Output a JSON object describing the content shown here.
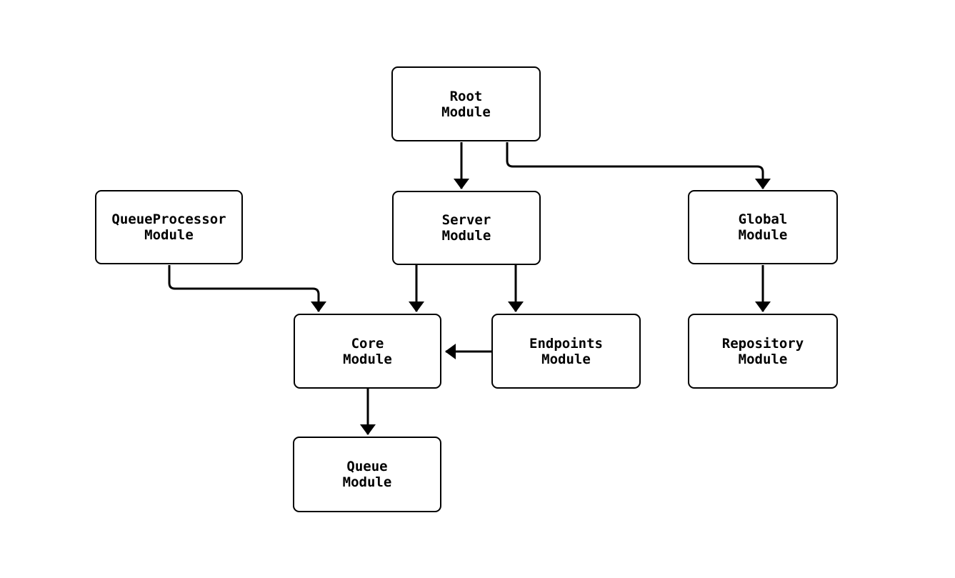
{
  "diagram": {
    "type": "flowchart",
    "background_color": "#ffffff",
    "node_fill_color": "#ffffff",
    "node_border_color": "#000000",
    "edge_color": "#000000",
    "text_color": "#000000",
    "nodes": [
      {
        "id": "root",
        "line1": "Root",
        "line2": "Module"
      },
      {
        "id": "queueprocessor",
        "line1": "QueueProcessor",
        "line2": "Module"
      },
      {
        "id": "server",
        "line1": "Server",
        "line2": "Module"
      },
      {
        "id": "global",
        "line1": "Global",
        "line2": "Module"
      },
      {
        "id": "core",
        "line1": "Core",
        "line2": "Module"
      },
      {
        "id": "endpoints",
        "line1": "Endpoints",
        "line2": "Module"
      },
      {
        "id": "repository",
        "line1": "Repository",
        "line2": "Module"
      },
      {
        "id": "queue",
        "line1": "Queue",
        "line2": "Module"
      }
    ],
    "edges": [
      {
        "from": "root",
        "to": "server"
      },
      {
        "from": "root",
        "to": "global"
      },
      {
        "from": "queueprocessor",
        "to": "core"
      },
      {
        "from": "server",
        "to": "core"
      },
      {
        "from": "server",
        "to": "endpoints"
      },
      {
        "from": "endpoints",
        "to": "core"
      },
      {
        "from": "global",
        "to": "repository"
      },
      {
        "from": "core",
        "to": "queue"
      }
    ]
  }
}
